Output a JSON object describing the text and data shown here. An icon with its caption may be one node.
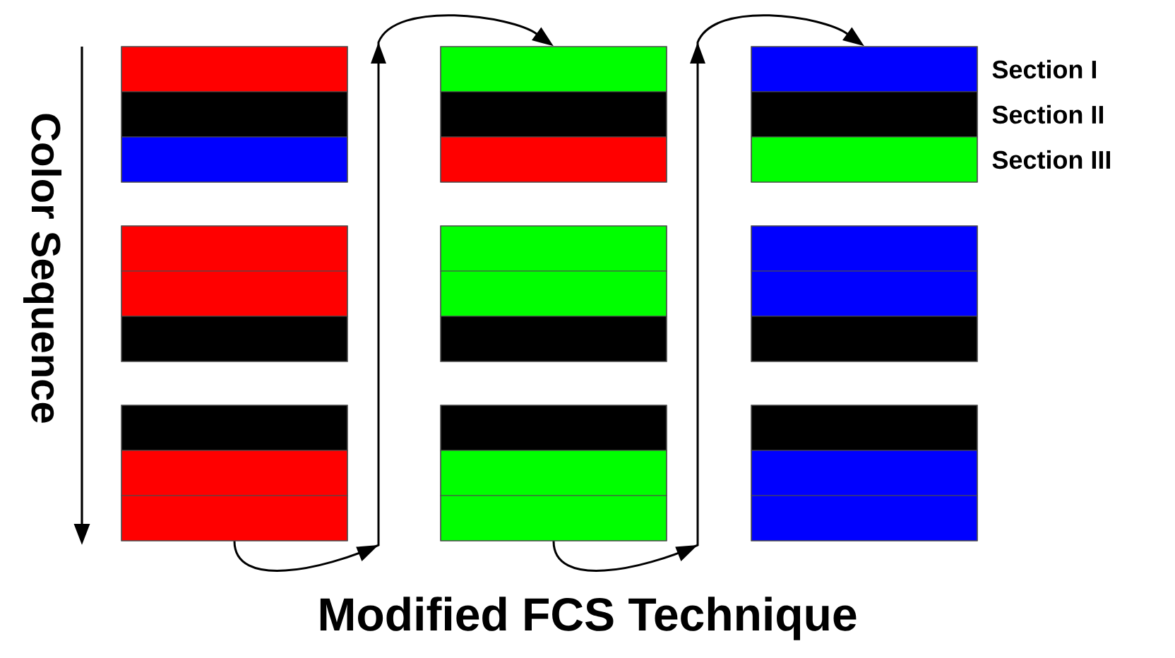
{
  "diagram": {
    "caption": "Modified FCS Technique",
    "nodes": [
      {
        "text": [],
        "shape": "box"
      },
      {
        "text": [],
        "shape": "box"
      },
      {
        "text": [],
        "shape": "box",
        "beside": [
          "Section I",
          "Section II",
          "Section III"
        ]
      },
      {
        "text": [],
        "shape": "box"
      },
      {
        "text": [],
        "shape": "box"
      },
      {
        "text": [],
        "shape": "box"
      },
      {
        "text": [],
        "shape": "box"
      },
      {
        "text": [],
        "shape": "box"
      },
      {
        "text": [],
        "shape": "box"
      }
    ],
    "edges": [
      {
        "from": 6,
        "to": 1,
        "arrow": "to"
      },
      {
        "from": 7,
        "to": 2,
        "arrow": "to"
      }
    ],
    "labels": [
      "Color Sequence"
    ]
  }
}
